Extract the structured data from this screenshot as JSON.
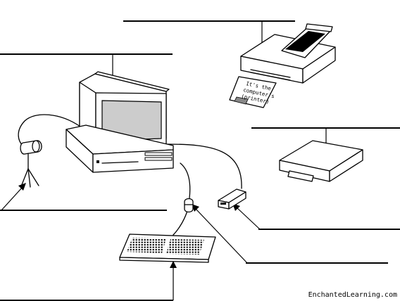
{
  "printed_paper": {
    "line1": "It's the",
    "line2": "computer's",
    "line3": "(printer)"
  },
  "credit": "EnchantedLearning.com",
  "colors": {
    "ink": "#000000",
    "screen": "#cccccc",
    "background": "#ffffff"
  },
  "labels": {
    "scanner": "",
    "monitor": "",
    "printer": "",
    "microphone": "",
    "zip_drive": "",
    "mouse": "",
    "keyboard": ""
  },
  "icons": [
    "scanner-icon",
    "printer-icon",
    "monitor-icon",
    "computer-case-icon",
    "microphone-icon",
    "zip-drive-icon",
    "mouse-icon",
    "keyboard-icon"
  ]
}
